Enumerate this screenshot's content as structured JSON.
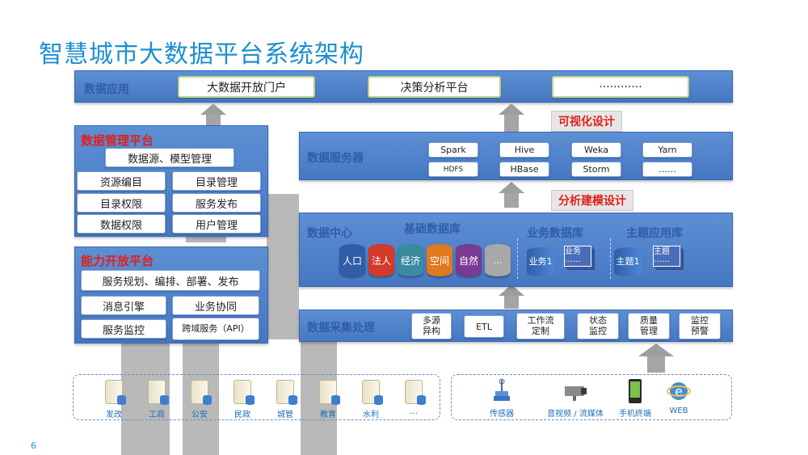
{
  "title": "智慧城市大数据平台系统架构",
  "page_number": "6",
  "app_layer": {
    "label": "数据应用",
    "items": [
      "大数据开放门户",
      "决策分析平台",
      "············"
    ]
  },
  "visual_design": "可视化设计",
  "analysis_design": "分析建模设计",
  "mgmt": {
    "label": "数据管理平台",
    "top": "数据源、模型管理",
    "cells": [
      "资源编目",
      "目录管理",
      "目录权限",
      "服务发布",
      "数据权限",
      "用户管理"
    ]
  },
  "ability": {
    "label": "能力开放平台",
    "top": "服务规划、编排、部署、发布",
    "cells": [
      "消息引擎",
      "业务协同",
      "服务监控",
      "跨域服务（API）"
    ]
  },
  "service": {
    "label": "数据服务器",
    "items": [
      "Spark",
      "Hive",
      "Weka",
      "Yarn",
      "HDFS",
      "HBase",
      "Storm",
      "……"
    ]
  },
  "center": {
    "label": "数据中心",
    "basic_label": "基础数据库",
    "biz_label": "业务数据库",
    "theme_label": "主题应用库",
    "cyls": [
      {
        "text": "人口",
        "color": "#2f5ea6"
      },
      {
        "text": "法人",
        "color": "#d23a2a"
      },
      {
        "text": "经济",
        "color": "#3c8aa0"
      },
      {
        "text": "空间",
        "color": "#e07a1e"
      },
      {
        "text": "自然",
        "color": "#7a3a92"
      },
      {
        "text": "…",
        "color": "#a8a8a8"
      }
    ],
    "biz1": "业务1",
    "biz2": "业务 ……",
    "theme1": "主题1",
    "theme2": "主题 ……"
  },
  "collect": {
    "label": "数据采集处理",
    "items": [
      "多源异构",
      "ETL",
      "工作流定制",
      "状态监控",
      "质量管理",
      "监控预警"
    ]
  },
  "sources": [
    "发改",
    "工商",
    "公安",
    "民政",
    "城管",
    "教育",
    "水利",
    "…"
  ],
  "devices": [
    "传感器",
    "音视频 / 流媒体",
    "手机终端",
    "WEB"
  ],
  "icons": [
    "server-icon",
    "sensor-icon",
    "camera-icon",
    "phone-icon",
    "ie-browser-icon"
  ]
}
